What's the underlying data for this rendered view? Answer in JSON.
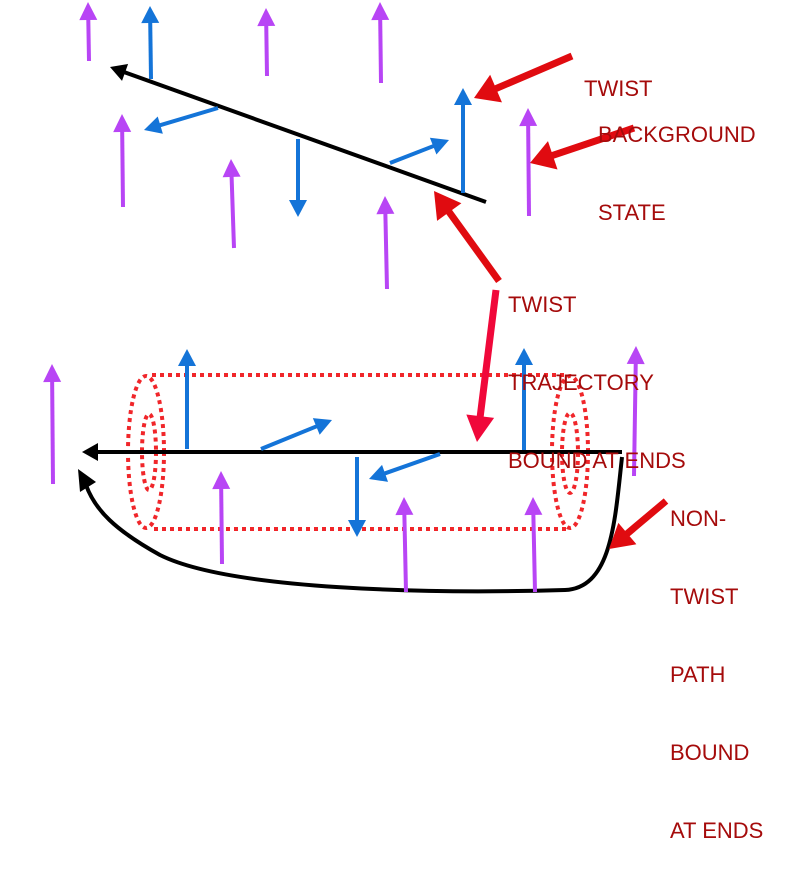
{
  "colors": {
    "background_state": "#B845F5",
    "twist": "#1474D8",
    "trajectory": "#000000",
    "callout_arrow": "#E00B10",
    "callout_arrow_pink": "#F0083A",
    "label_text": "#A50B0B",
    "tube": "#F0262A"
  },
  "labels": {
    "twist": {
      "lines": [
        "TWIST"
      ]
    },
    "background_state": {
      "lines": [
        "BACKGROUND",
        "STATE"
      ]
    },
    "twist_trajectory": {
      "lines": [
        "TWIST",
        "TRAJECTORY",
        "BOUND AT ENDS"
      ]
    },
    "non_twist_path": {
      "lines": [
        "NON-",
        "TWIST",
        "PATH",
        "BOUND",
        "AT ENDS"
      ]
    }
  },
  "legend_semantics": {
    "purple_arrows": "background-state",
    "blue_arrows": "twist",
    "black_lines": "trajectory / path",
    "red_dotted": "tube"
  }
}
